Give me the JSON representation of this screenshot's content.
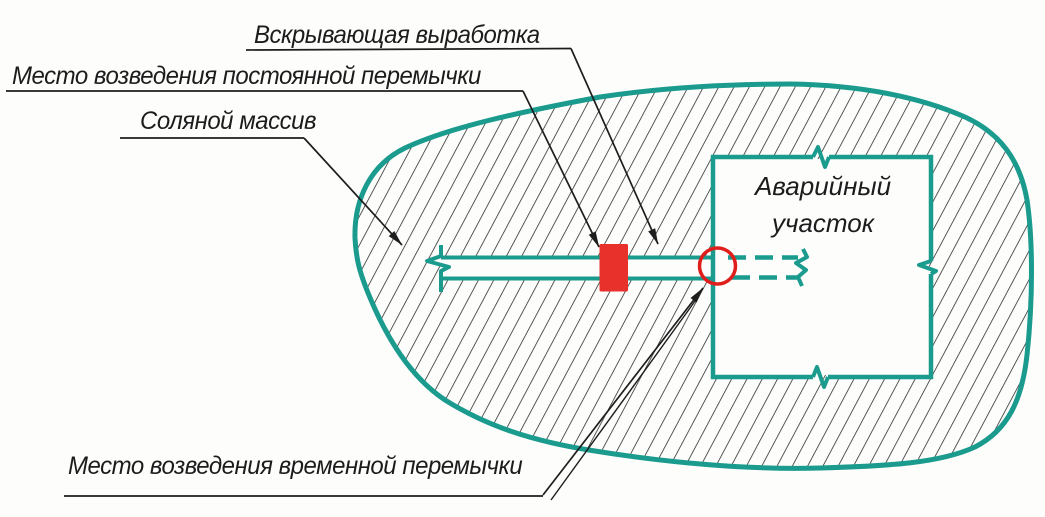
{
  "diagram": {
    "labels": {
      "opening_excavation": "Вскрывающая выработка",
      "permanent_bulkhead_location": "Место возведения постоянной перемычки",
      "salt_massif": "Соляной массив",
      "temporary_bulkhead_location": "Место возведения временной перемычки",
      "emergency_area": {
        "line1": "Аварийный",
        "line2": "участок"
      }
    },
    "colors": {
      "massif_and_workings_teal": "#1A9B8E",
      "bulkhead_marker_red": "#E8312B",
      "hatch_and_text_black": "#1D1D1D"
    }
  }
}
